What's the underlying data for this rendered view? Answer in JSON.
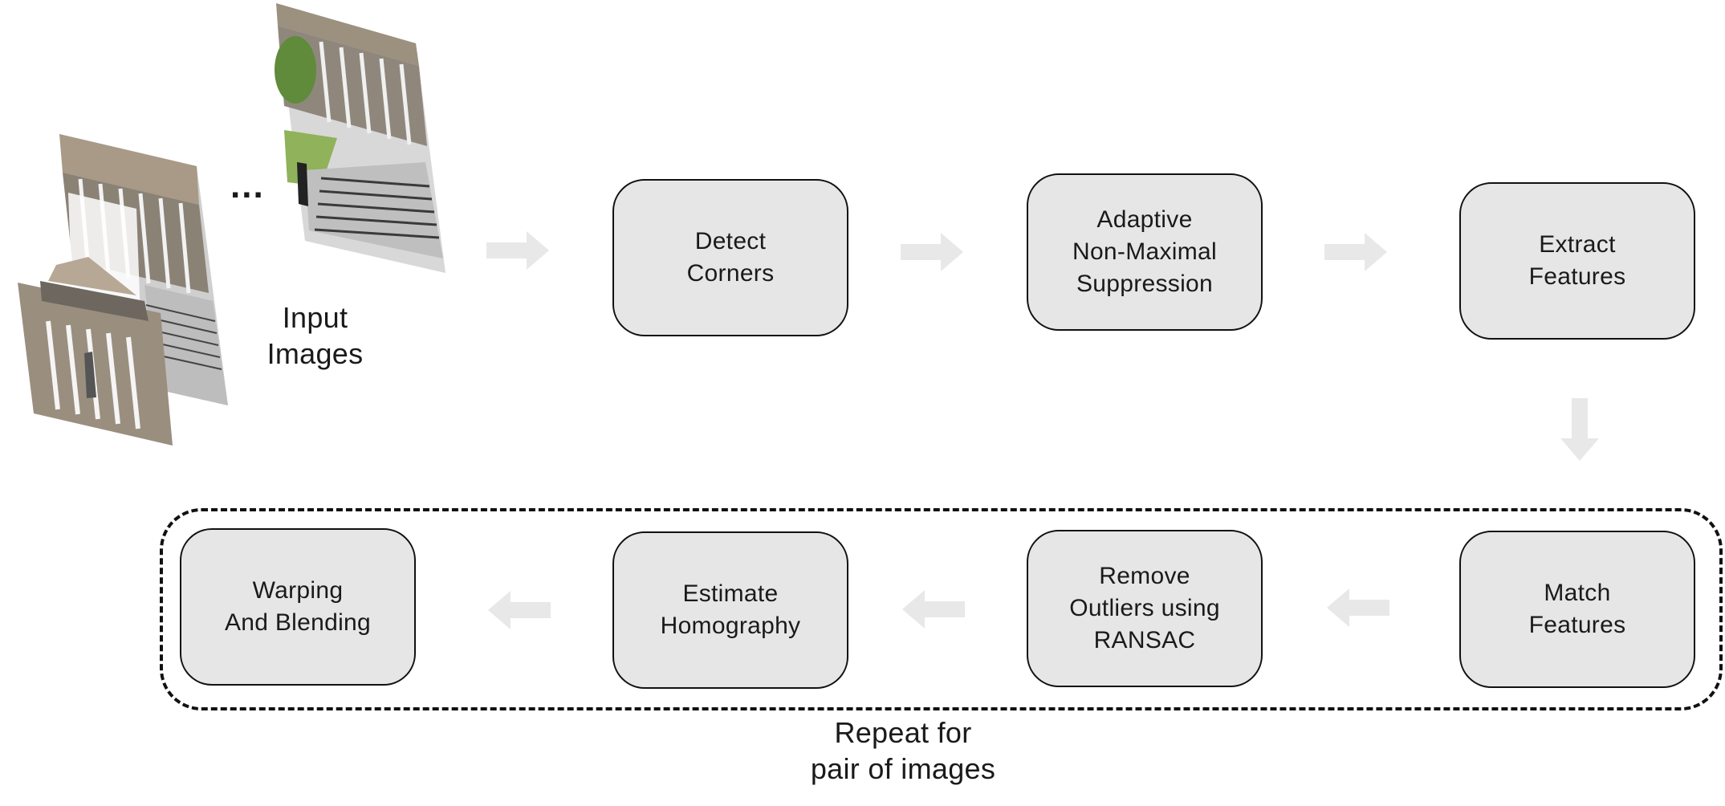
{
  "input": {
    "caption": "Input\nImages",
    "ellipsis": "..."
  },
  "pipeline": {
    "detect_corners": "Detect\nCorners",
    "anms": "Adaptive\nNon-Maximal\nSuppression",
    "extract_features": "Extract\nFeatures",
    "match_features": "Match\nFeatures",
    "remove_outliers": "Remove\nOutliers using\nRANSAC",
    "estimate_homography": "Estimate\nHomography",
    "warping_blending": "Warping\nAnd Blending"
  },
  "loop": {
    "caption": "Repeat for\npair of images"
  },
  "colors": {
    "box_fill": "#e6e6e6",
    "box_border": "#111111",
    "arrow": "#e8e8e8",
    "dashed_border": "#111111"
  }
}
